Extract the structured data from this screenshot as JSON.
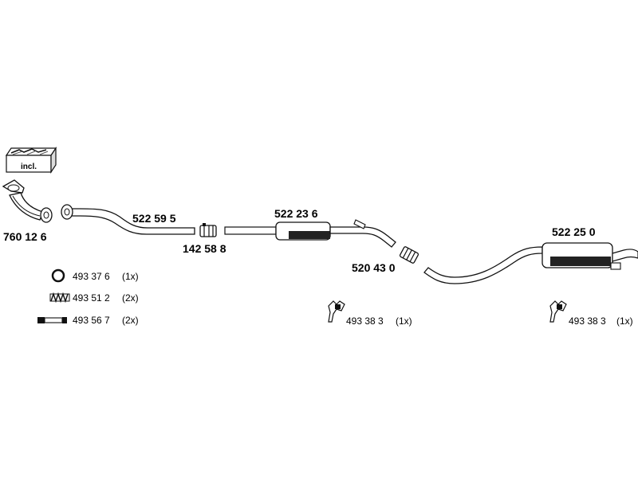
{
  "parts": {
    "manifold": {
      "number": "760 12 6",
      "kit_label": "incl."
    },
    "front_pipe": {
      "number": "522 59 5"
    },
    "front_clamp": {
      "number": "142 58 8"
    },
    "middle_silencer": {
      "number": "522 23 6"
    },
    "middle_clamp": {
      "number": "520 43 0"
    },
    "rear_silencer": {
      "number": "522 25 0"
    }
  },
  "accessories": [
    {
      "icon": "ring-gasket-icon",
      "number": "493 37 6",
      "qty": "(1x)"
    },
    {
      "icon": "spring-icon",
      "number": "493 51 2",
      "qty": "(2x)"
    },
    {
      "icon": "bolt-icon",
      "number": "493 56 7",
      "qty": "(2x)"
    }
  ],
  "hangers": [
    {
      "icon": "rubber-hanger-icon",
      "number": "493 38 3",
      "qty": "(1x)"
    },
    {
      "icon": "rubber-hanger-icon",
      "number": "493 38 3",
      "qty": "(1x)"
    }
  ],
  "colors": {
    "line": "#111111",
    "fill": "#ffffff",
    "shade": "#222222"
  }
}
